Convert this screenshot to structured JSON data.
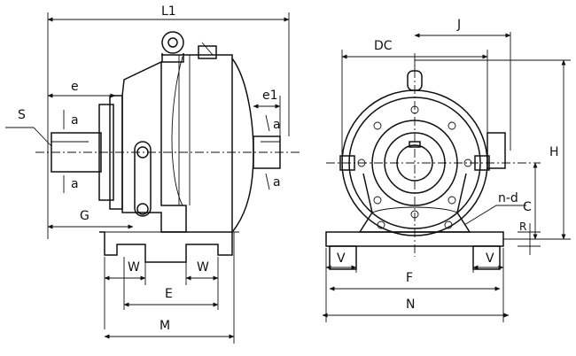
{
  "diagram": {
    "labels": {
      "L1": "L1",
      "e": "e",
      "S": "S",
      "a_top": "a",
      "a_bottom": "a",
      "G": "G",
      "W_left": "W",
      "W_right": "W",
      "E": "E",
      "M": "M",
      "e1": "e1",
      "a_right_top": "a",
      "a_right_bottom": "a",
      "J": "J",
      "DC": "DC",
      "H": "H",
      "C": "C",
      "R": "R",
      "n_d": "n-d",
      "V_left": "V",
      "V_right": "V",
      "F": "F",
      "N": "N"
    }
  }
}
